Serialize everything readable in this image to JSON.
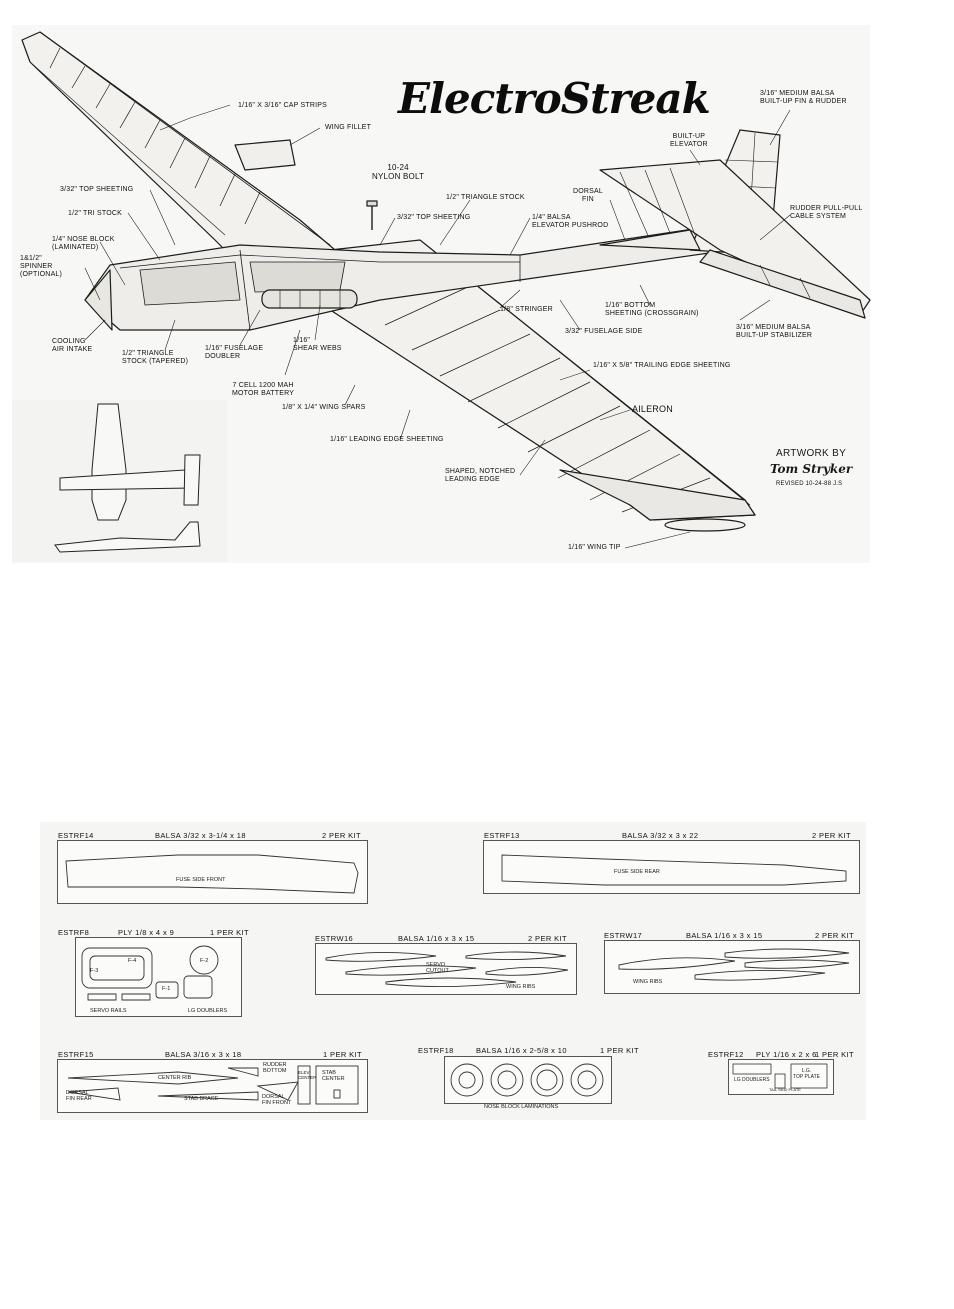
{
  "title": "ElectroStreak",
  "credit": {
    "line1": "ARTWORK BY",
    "artist": "Tom Stryker",
    "revised": "REVISED 10-24-88 J.S"
  },
  "callouts": {
    "cap_strips": "1/16\" X 3/16\" CAP STRIPS",
    "wing_fillet": "WING FILLET",
    "nylon_bolt": "10-24\nNYLON BOLT",
    "top_sheeting_1": "3/32\" TOP SHEETING",
    "tri_stock": "1/2\" TRI STOCK",
    "nose_block": "1/4\" NOSE BLOCK\n(LAMINATED)",
    "spinner": "1&1/2\"\nSPINNER\n(OPTIONAL)",
    "top_sheeting_2": "3/32\" TOP SHEETING",
    "triangle_stock": "1/2\" TRIANGLE STOCK",
    "pushrod": "1/4\" BALSA\nELEVATOR PUSHROD",
    "dorsal_fin": "DORSAL\nFIN",
    "built_up_elevator": "BUILT-UP\nELEVATOR",
    "fin_rudder": "3/16\" MEDIUM BALSA\nBUILT-UP FIN & RUDDER",
    "rudder_cable": "RUDDER PULL-PULL\nCABLE SYSTEM",
    "cooling_intake": "COOLING\nAIR INTAKE",
    "triangle_tapered": "1/2\" TRIANGLE\nSTOCK (TAPERED)",
    "fuse_doubler": "1/16\" FUSELAGE\nDOUBLER",
    "shear_webs": "1/16\"\nSHEAR WEBS",
    "stringer": "1/8\" STRINGER",
    "bottom_sheeting": "1/16\" BOTTOM\nSHEETING (CROSSGRAIN)",
    "fuse_side": "3/32\" FUSELAGE SIDE",
    "stabilizer": "3/16\" MEDIUM BALSA\nBUILT-UP STABILIZER",
    "battery": "7 CELL 1200 MAH\nMOTOR BATTERY",
    "wing_spars": "1/8\" X 1/4\" WING SPARS",
    "te_sheeting": "1/16\" X 5/8\" TRAILING EDGE SHEETING",
    "aileron": "AILERON",
    "le_sheeting": "1/16\" LEADING EDGE SHEETING",
    "notched_le": "SHAPED, NOTCHED\nLEADING EDGE",
    "wing_tip": "1/16\" WING TIP"
  },
  "sheets": [
    {
      "id": "ESTRF14",
      "material": "BALSA 3/32 x 3-1/4 x 18",
      "qty": "2 PER KIT",
      "parts": [
        "FUSE SIDE FRONT"
      ]
    },
    {
      "id": "ESTRF13",
      "material": "BALSA 3/32 x 3 x 22",
      "qty": "2 PER KIT",
      "parts": [
        "FUSE SIDE REAR"
      ]
    },
    {
      "id": "ESTRF8",
      "material": "PLY 1/8 x 4 x 9",
      "qty": "1 PER KIT",
      "parts": [
        "F-3",
        "F-4",
        "F-2",
        "F-1",
        "SERVO RAILS",
        "LG DOUBLERS"
      ]
    },
    {
      "id": "ESTRW16",
      "material": "BALSA 1/16 x 3 x 15",
      "qty": "2 PER KIT",
      "parts": [
        "SERVO\nCUTOUT",
        "WING RIBS"
      ]
    },
    {
      "id": "ESTRW17",
      "material": "BALSA 1/16 x 3 x 15",
      "qty": "2 PER KIT",
      "parts": [
        "WING RIBS"
      ]
    },
    {
      "id": "ESTRF15",
      "material": "BALSA 3/16 x 3 x 18",
      "qty": "1 PER KIT",
      "parts": [
        "CENTER RIB",
        "RUDDER\nBOTTOM",
        "DORSAL\nFIN REAR",
        "STAB BRACE",
        "DORSAL\nFIN FRONT",
        "ELEV\nCENTER",
        "STAB\nCENTER"
      ]
    },
    {
      "id": "ESTRF18",
      "material": "BALSA 1/16 x 2-5/8 x 10",
      "qty": "1 PER KIT",
      "parts": [
        "NOSE BLOCK LAMINATIONS"
      ]
    },
    {
      "id": "ESTRF12",
      "material": "PLY 1/16 x 2 x 6",
      "qty": "1 PER KIT",
      "parts": [
        "LG DOUBLERS",
        "L.G.\nTOP PLATE",
        "TAIL SKID PLATE"
      ]
    }
  ]
}
